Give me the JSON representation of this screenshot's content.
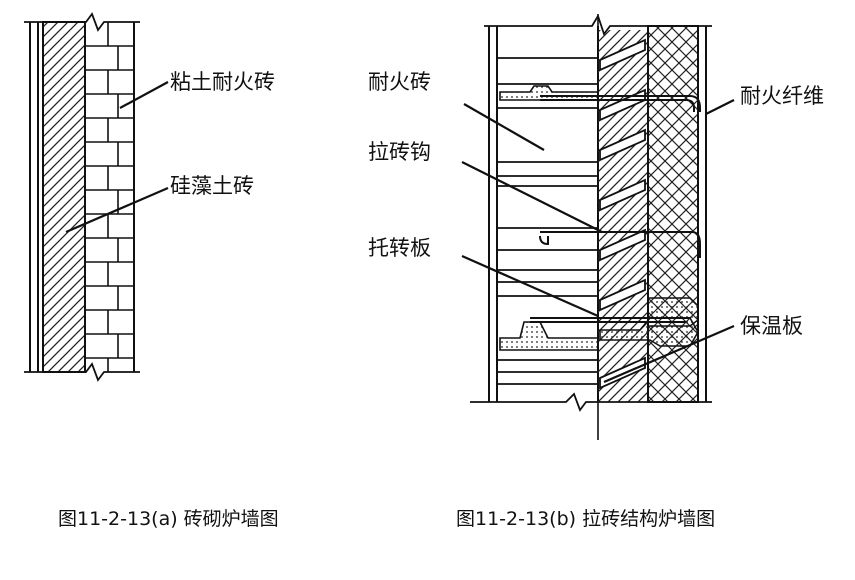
{
  "figure_a": {
    "labels": {
      "clay_brick": "粘土耐火砖",
      "diatomite_brick": "硅藻土砖"
    },
    "caption": "图11-2-13(a)   砖砌炉墙图"
  },
  "figure_b": {
    "labels": {
      "firebrick": "耐火砖",
      "brick_hook": "拉砖钩",
      "support_plate": "托转板",
      "refractory_fiber": "耐火纤维",
      "insulation_board": "保温板"
    },
    "caption": "图11-2-13(b)   拉砖结构炉墙图"
  }
}
